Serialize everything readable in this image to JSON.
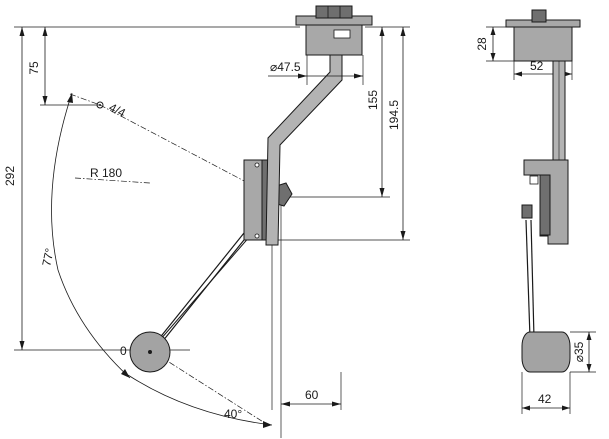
{
  "labels": {
    "dim_292": "292",
    "dim_75": "75",
    "dim_pos_full": "4/4",
    "dim_radius": "R 180",
    "dim_angle_77": "77°",
    "dim_pos_empty": "0",
    "dim_angle_40": "40°",
    "dim_60": "60",
    "dim_dia_47_5": "⌀47.5",
    "dim_155": "155",
    "dim_194_5": "194.5",
    "dim_28": "28",
    "dim_52": "52",
    "dim_dia_35": "⌀35",
    "dim_42": "42"
  }
}
